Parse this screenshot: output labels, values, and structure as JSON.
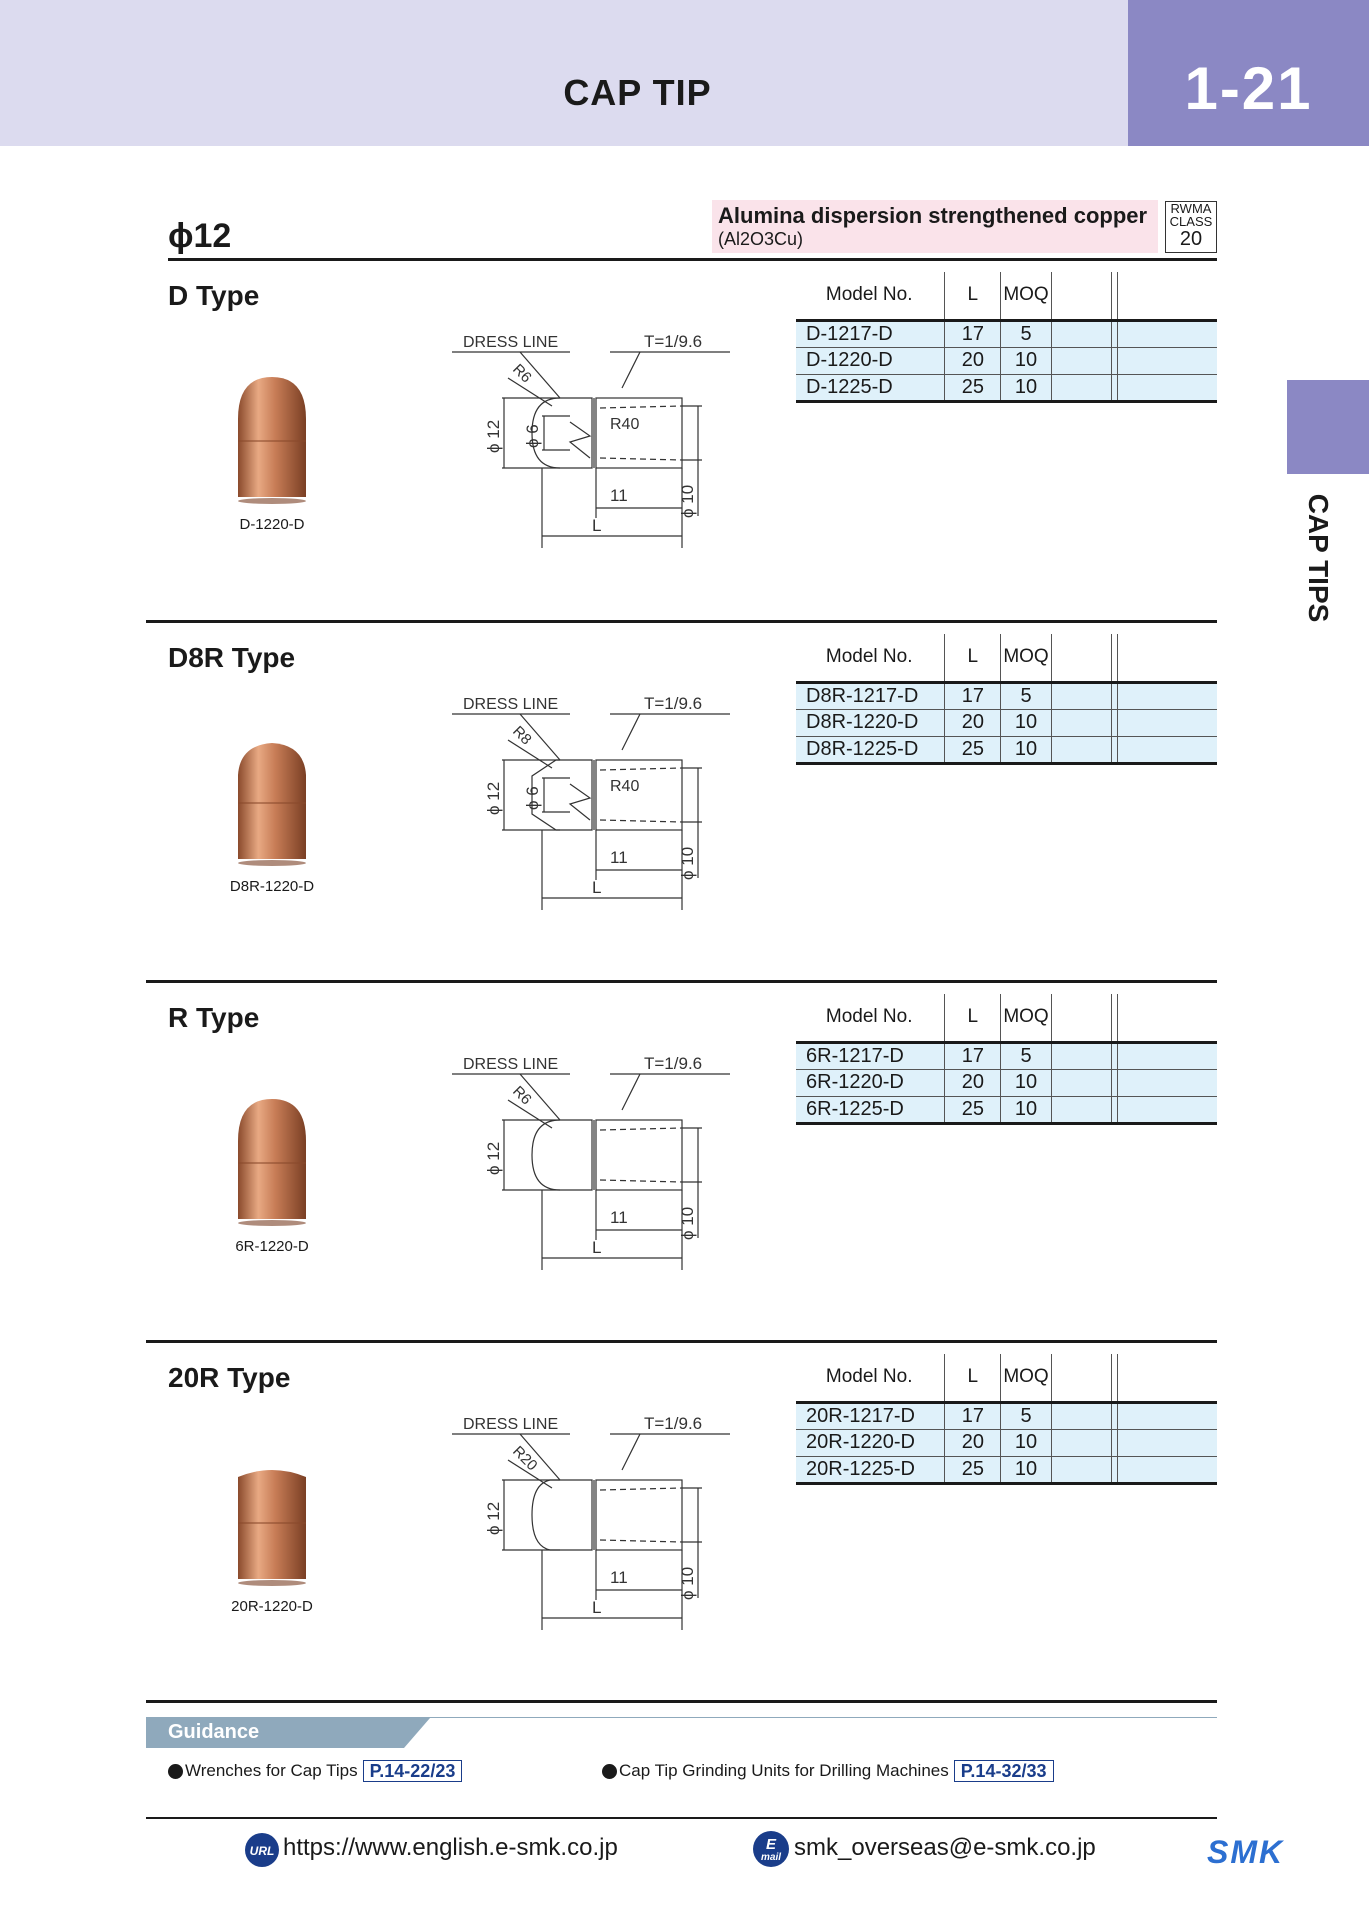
{
  "header": {
    "title": "CAP TIP",
    "page": "1-21"
  },
  "side_tab": {
    "label": "CAP TIPS"
  },
  "group": {
    "diameter": "ϕ12",
    "material_name": "Alumina dispersion strengthened copper",
    "material_formula": "(Al2O3Cu)",
    "class_label_1": "RWMA",
    "class_label_2": "CLASS",
    "class_value": "20"
  },
  "table_headers": {
    "model": "Model No.",
    "l": "L",
    "moq": "MOQ"
  },
  "drawing_labels": {
    "dress_line": "DRESS LINE",
    "taper": "T=1/9.6",
    "len11": "11",
    "len_l": "L",
    "d12": "ϕ 12",
    "d6": "ϕ 6",
    "d10": "ϕ 10",
    "r40": "R40"
  },
  "sections": [
    {
      "title": "D Type",
      "radius": "R6",
      "photo_caption": "D-1220-D",
      "rows": [
        {
          "model": "D-1217-D",
          "L": "17",
          "MOQ": "5"
        },
        {
          "model": "D-1220-D",
          "L": "20",
          "MOQ": "10"
        },
        {
          "model": "D-1225-D",
          "L": "25",
          "MOQ": "10"
        }
      ]
    },
    {
      "title": "D8R Type",
      "radius": "R8",
      "photo_caption": "D8R-1220-D",
      "rows": [
        {
          "model": "D8R-1217-D",
          "L": "17",
          "MOQ": "5"
        },
        {
          "model": "D8R-1220-D",
          "L": "20",
          "MOQ": "10"
        },
        {
          "model": "D8R-1225-D",
          "L": "25",
          "MOQ": "10"
        }
      ]
    },
    {
      "title": "R Type",
      "radius": "R6",
      "photo_caption": "6R-1220-D",
      "rows": [
        {
          "model": "6R-1217-D",
          "L": "17",
          "MOQ": "5"
        },
        {
          "model": "6R-1220-D",
          "L": "20",
          "MOQ": "10"
        },
        {
          "model": "6R-1225-D",
          "L": "25",
          "MOQ": "10"
        }
      ]
    },
    {
      "title": "20R Type",
      "radius": "R20",
      "photo_caption": "20R-1220-D",
      "rows": [
        {
          "model": "20R-1217-D",
          "L": "17",
          "MOQ": "5"
        },
        {
          "model": "20R-1220-D",
          "L": "20",
          "MOQ": "10"
        },
        {
          "model": "20R-1225-D",
          "L": "25",
          "MOQ": "10"
        }
      ]
    }
  ],
  "guidance": {
    "title": "Guidance",
    "items": [
      {
        "text": "Wrenches for Cap Tips",
        "ref": "P.14-22/23"
      },
      {
        "text": "Cap Tip Grinding Units for Drilling Machines",
        "ref": "P.14-32/33"
      }
    ]
  },
  "footer": {
    "url": "https://www.english.e-smk.co.jp",
    "email": "smk_overseas@e-smk.co.jp",
    "url_icon_text": "URL",
    "mail_icon_text_1": "E",
    "mail_icon_text_2": "mail",
    "logo_text": "SMK"
  },
  "colors": {
    "header_band": "#dcdbef",
    "accent": "#8b88c4",
    "material_bg": "#fae3ea",
    "table_row_bg": "#dff1fa",
    "guidance_band": "#8fa9bc",
    "link": "#1a3d8a",
    "copper": "#c77c56"
  }
}
